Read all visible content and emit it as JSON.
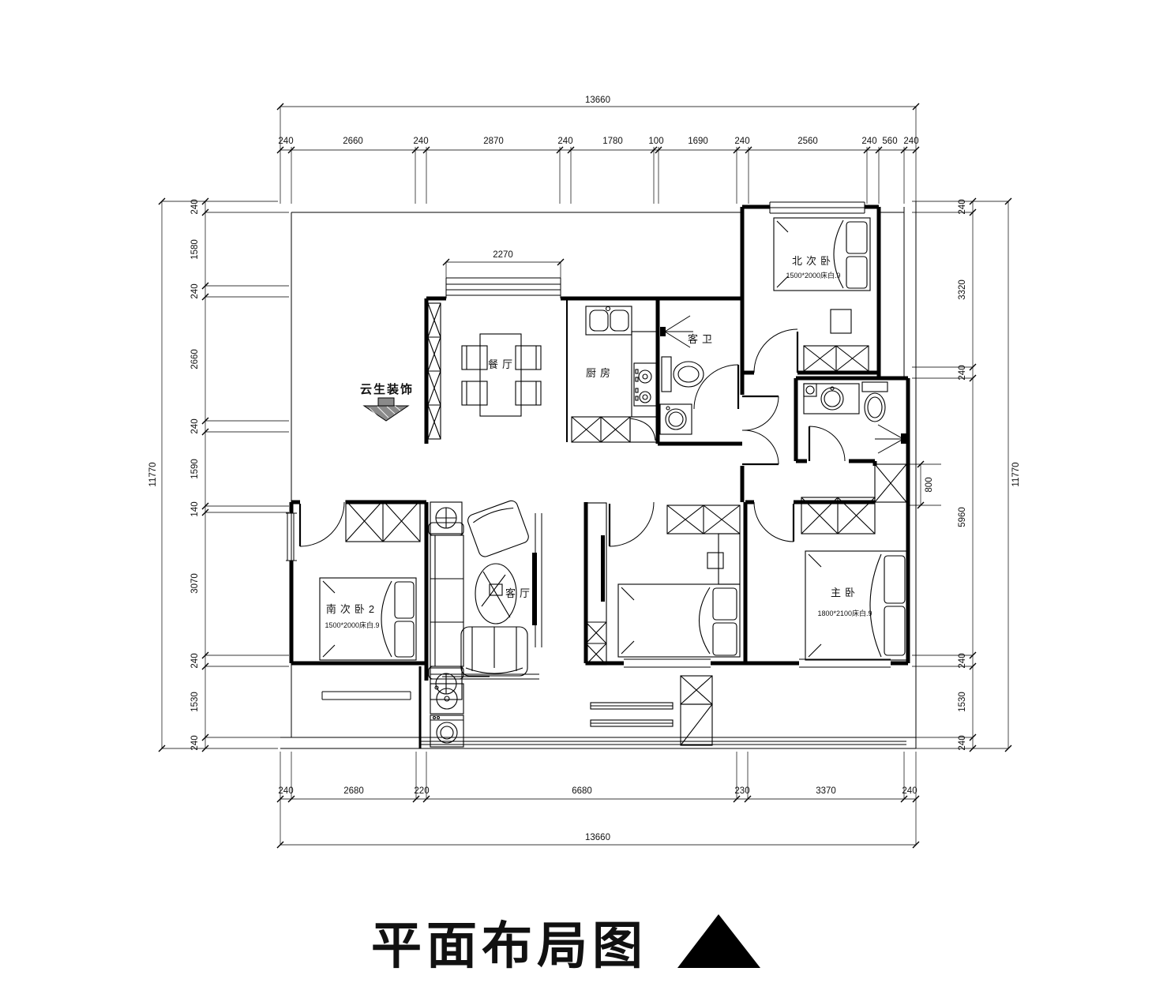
{
  "title": {
    "text": "平面布局图"
  },
  "brand": {
    "text": "云生装饰"
  },
  "rooms": {
    "dining": "餐厅",
    "kitchen": "厨房",
    "guest_bath": "客卫",
    "north_bedroom": "北次卧",
    "south_bedroom_2": "南次卧2",
    "master_bedroom": "主卧",
    "living": "客厅"
  },
  "beds": {
    "north_bedroom": "1500*2000床白.9",
    "south_bedroom_2": "1500*2000床白.9",
    "master_bedroom": "1800*2100床白.9"
  },
  "dims": {
    "top": {
      "total": "13660",
      "segs": [
        "240",
        "2660",
        "240",
        "2870",
        "240",
        "1780",
        "100",
        "1690",
        "240",
        "2560",
        "240",
        "560",
        "240"
      ]
    },
    "bottom": {
      "total": "13660",
      "segs": [
        "240",
        "2680",
        "220",
        "6680",
        "230",
        "3370",
        "240"
      ]
    },
    "left": {
      "total": "11770",
      "segs": [
        "240",
        "1580",
        "240",
        "2660",
        "240",
        "1590",
        "140",
        "3070",
        "240",
        "1530",
        "240"
      ]
    },
    "right": {
      "total": "11770",
      "segs": [
        "240",
        "3320",
        "240",
        "5960",
        "240",
        "1530",
        "240"
      ]
    },
    "bay_window": "2270",
    "niche": "800"
  }
}
